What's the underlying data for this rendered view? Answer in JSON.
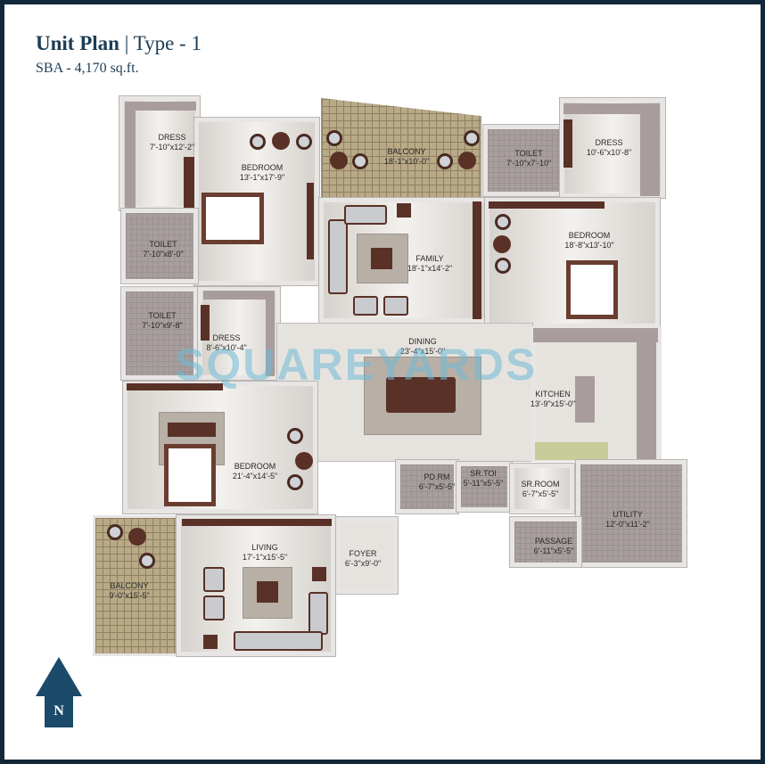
{
  "header": {
    "title_bold": "Unit Plan",
    "separator": "|",
    "title_type": "Type - 1",
    "sba": "SBA - 4,170 sq.ft."
  },
  "rooms": {
    "dress_nw": {
      "name": "DRESS",
      "size": "7'-10\"x12'-2\""
    },
    "bedroom_nw": {
      "name": "BEDROOM",
      "size": "13'-1\"x17'-9\""
    },
    "toilet_nw": {
      "name": "TOILET",
      "size": "7'-10\"x8'-0\""
    },
    "toilet_w": {
      "name": "TOILET",
      "size": "7'-10\"x9'-8\""
    },
    "dress_w": {
      "name": "DRESS",
      "size": "8'-6\"x10'-4\""
    },
    "balcony_n": {
      "name": "BALCONY",
      "size": "18'-1\"x10'-0\""
    },
    "family": {
      "name": "FAMILY",
      "size": "18'-1\"x14'-2\""
    },
    "toilet_ne": {
      "name": "TOILET",
      "size": "7'-10\"x7'-10\""
    },
    "dress_ne": {
      "name": "DRESS",
      "size": "10'-6\"x10'-8\""
    },
    "bedroom_ne": {
      "name": "BEDROOM",
      "size": "18'-8\"x13'-10\""
    },
    "dining": {
      "name": "DINING",
      "size": "23'-4\"x15'-0\""
    },
    "kitchen": {
      "name": "KITCHEN",
      "size": "13'-9\"x15'-0\""
    },
    "bedroom_sw": {
      "name": "BEDROOM",
      "size": "21'-4\"x14'-5\""
    },
    "pd_rm": {
      "name": "PD.RM",
      "size": "6'-7\"x5'-5\""
    },
    "sr_toi": {
      "name": "SR.TOI",
      "size": "5'-11\"x5'-5\""
    },
    "sr_room": {
      "name": "SR.ROOM",
      "size": "6'-7\"x5'-5\""
    },
    "utility": {
      "name": "UTILITY",
      "size": "12'-0\"x11'-2\""
    },
    "passage": {
      "name": "PASSAGE",
      "size": "6'-11\"x5'-5\""
    },
    "living": {
      "name": "LIVING",
      "size": "17'-1\"x15'-5\""
    },
    "foyer": {
      "name": "FOYER",
      "size": "6'-3\"x9'-0\""
    },
    "balcony_sw": {
      "name": "BALCONY",
      "size": "9'-0\"x15'-5\""
    }
  },
  "watermark": "SQUAREYARDS",
  "compass": {
    "label": "N",
    "icon": "north-arrow-icon",
    "color": "#1c4a6a"
  },
  "colors": {
    "frame": "#12283a",
    "title": "#1c3d55",
    "furniture": "#5a3126",
    "balcony_tile": "#b8a987",
    "wet_tile": "#a79e9d"
  }
}
